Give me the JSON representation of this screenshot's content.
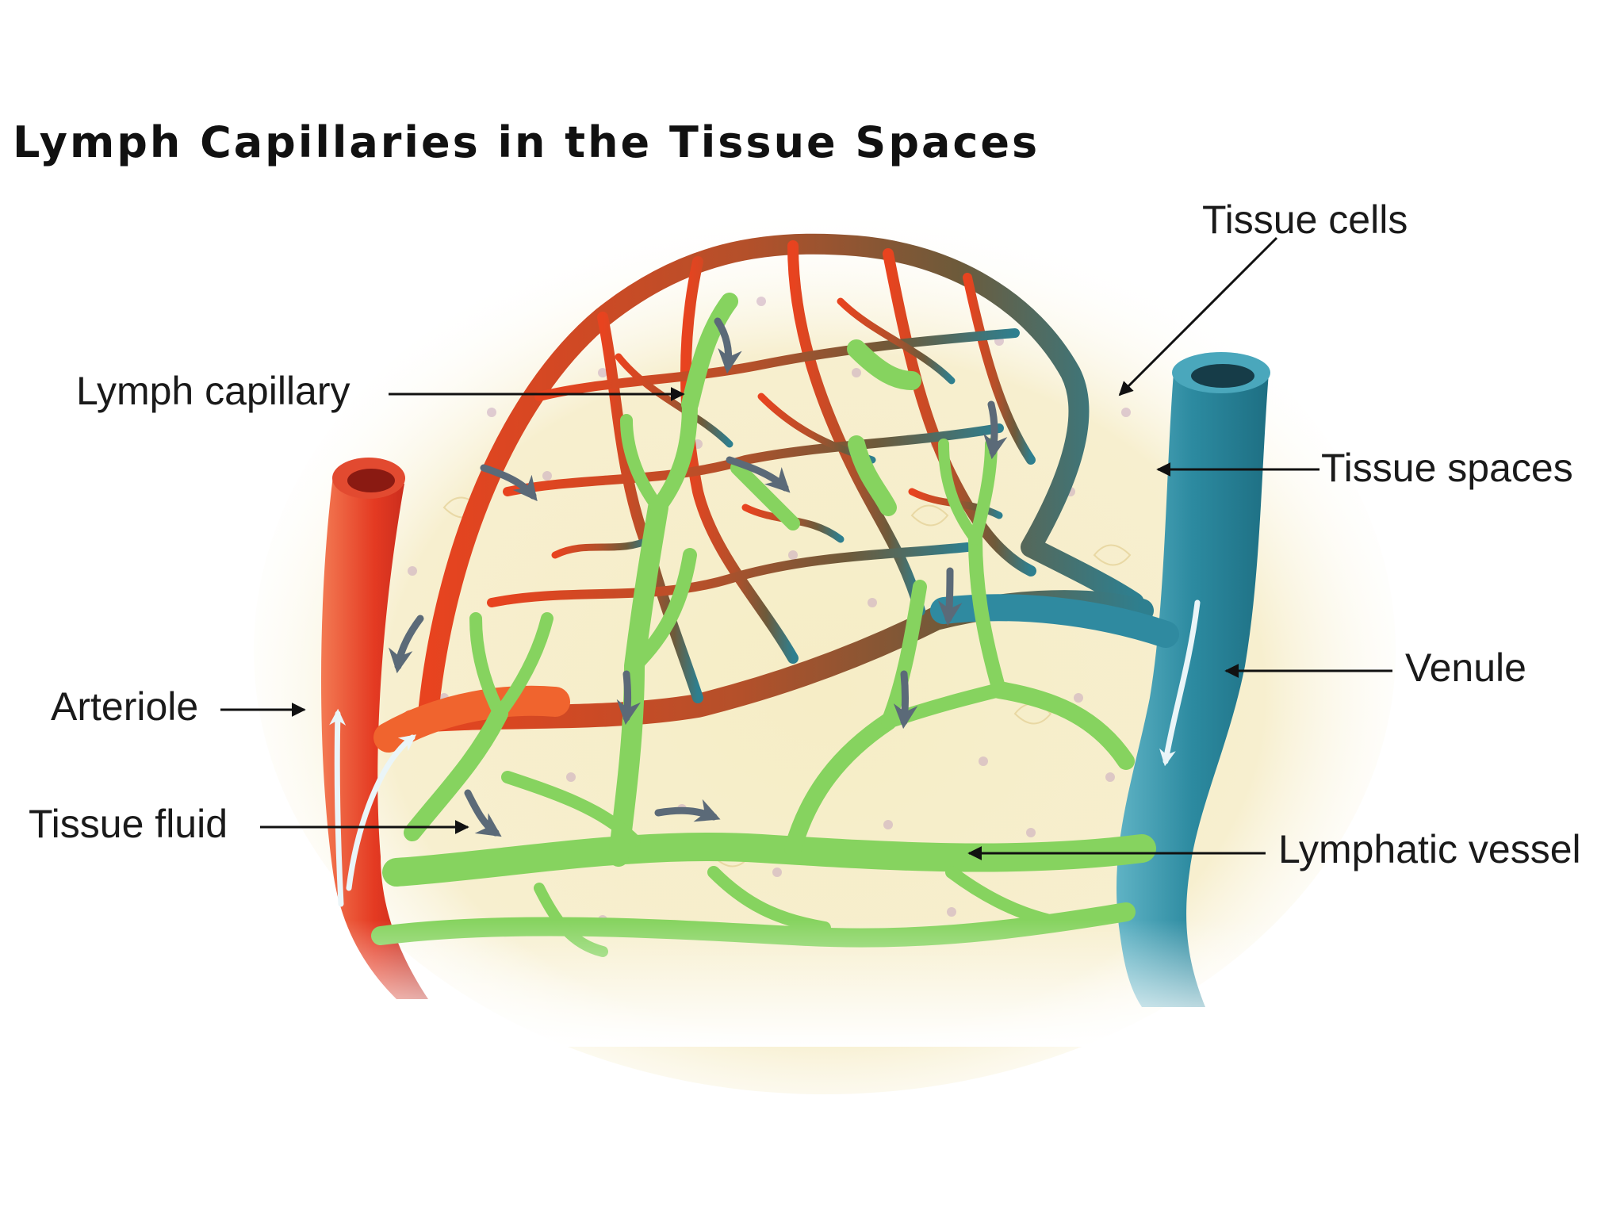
{
  "title": "Lymph Capillaries in the Tissue Spaces",
  "labels": {
    "tissue_cells": "Tissue cells",
    "lymph_capillary": "Lymph capillary",
    "tissue_spaces": "Tissue spaces",
    "venule": "Venule",
    "arteriole": "Arteriole",
    "tissue_fluid": "Tissue fluid",
    "lymphatic_vessel": "Lymphatic vessel"
  },
  "colors": {
    "arteriole": "#e8432a",
    "capillary_bed_arterial": "#d9481f",
    "capillary_bed_venous": "#4a6a6e",
    "venule": "#2f8fa3",
    "lymph": "#86d35f",
    "tissue_space": "#f6ecc4",
    "flow_arrow_lymph": "#5a6e7e",
    "flow_arrow_blood": "#e6f2f5"
  }
}
